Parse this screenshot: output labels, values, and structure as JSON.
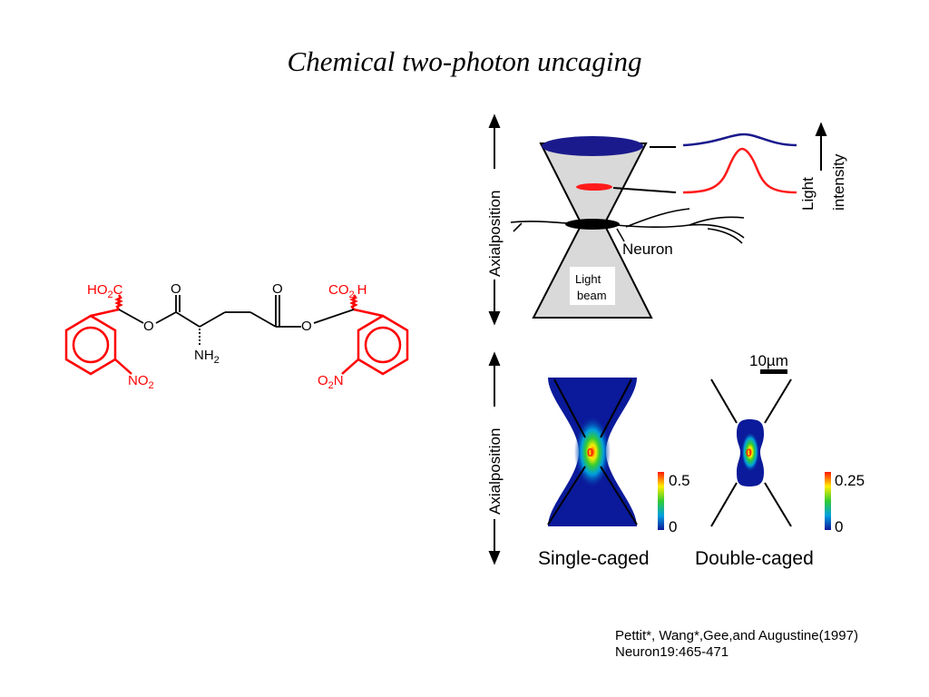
{
  "title": "Chemical two-photon uncaging",
  "molecule": {
    "ho2c_label": "HO",
    "ho2c_sub": "2",
    "ho2c_tail": "C",
    "co2h_label": "CO",
    "co2h_sub": "2",
    "co2h_tail": "H",
    "carbonyl_o_1": "O",
    "carbonyl_o_2": "O",
    "ester_o_1": "O",
    "ester_o_2": "O",
    "nh2_label": "NH",
    "nh2_sub": "2",
    "no2_left_label": "NO",
    "no2_left_sub": "2",
    "no2_right_label": "O",
    "no2_right_sub": "2",
    "no2_right_tail": "N",
    "colors": {
      "cage": "#ff0000",
      "backbone": "#000000"
    }
  },
  "top_diagram": {
    "axis_label": "Axialposition",
    "light_intensity_label_1": "Light",
    "light_intensity_label_2": "intensity",
    "neuron_label": "Neuron",
    "beam_label_1": "Light",
    "beam_label_2": "beam",
    "colors": {
      "wide_focus": "#1a1a8c",
      "narrow_focus": "#ff1a1a",
      "beam": "#d9d9d9"
    }
  },
  "bottom_diagram": {
    "axis_label": "Axialposition",
    "scale_bar_label": "10µm",
    "single": {
      "caption": "Single-caged",
      "center_label": "0",
      "colorbar_max": "0.5",
      "colorbar_min": "0"
    },
    "double": {
      "caption": "Double-caged",
      "center_label": "0",
      "colorbar_max": "0.25",
      "colorbar_min": "0"
    }
  },
  "citation": {
    "line1": "Pettit*,  Wang*,Gee,and  Augustine(1997)",
    "line2": "Neuron19:465-471"
  }
}
